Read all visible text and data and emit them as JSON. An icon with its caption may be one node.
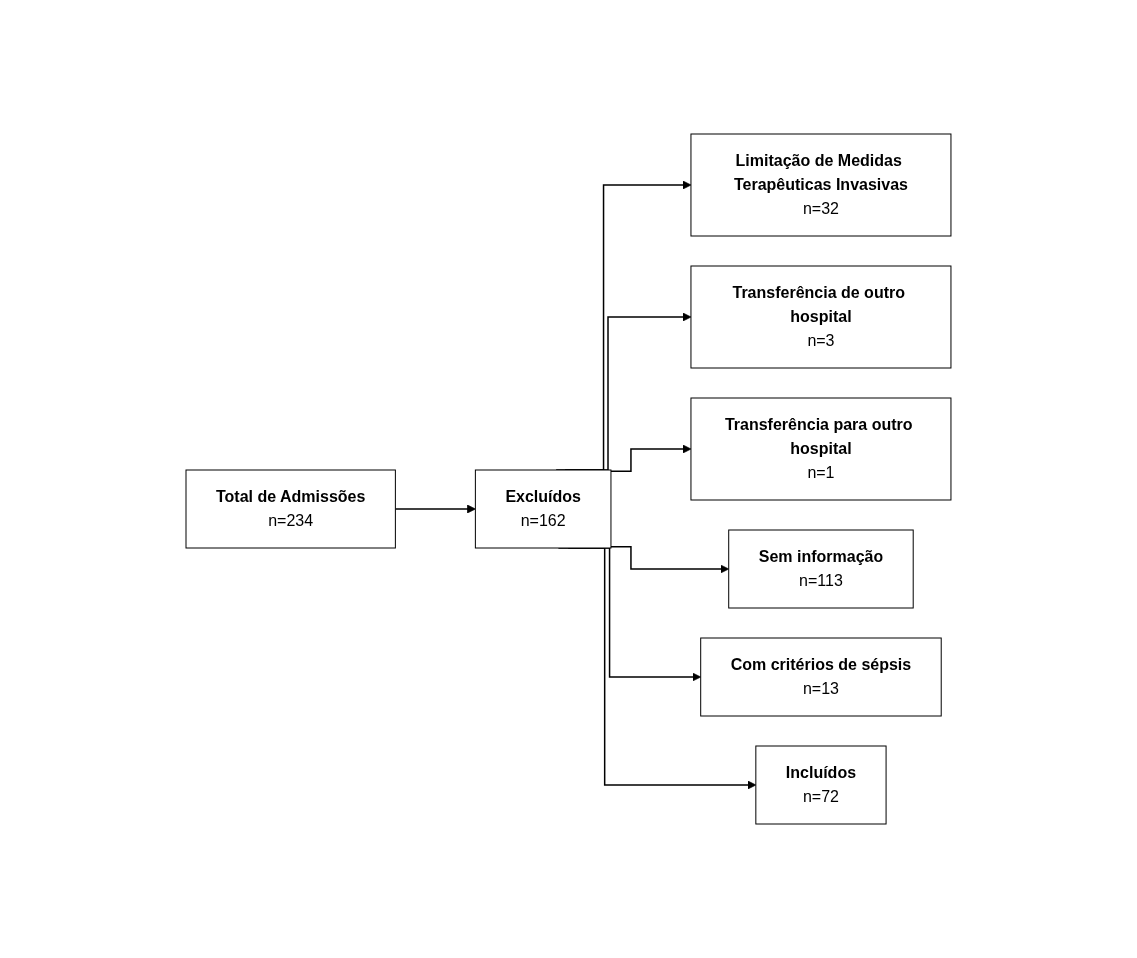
{
  "diagram": {
    "nodes": [
      {
        "text": [
          "Total de Admissões",
          "n=234"
        ]
      },
      {
        "text": [
          "Excluídos",
          "n=162"
        ]
      },
      {
        "text": [
          "Incluídos",
          "n=72"
        ]
      },
      {
        "text": [
          "Limitação de Medidas Terapêuticas Invasivas",
          "n=32"
        ]
      },
      {
        "text": [
          "Transferência de outro hospital",
          "n=3"
        ]
      },
      {
        "text": [
          "Transferência para outro hospital",
          "n=1"
        ]
      },
      {
        "text": [
          "Sem informação",
          "n=113"
        ]
      },
      {
        "text": [
          "Com critérios de sépsis",
          "n=13"
        ]
      }
    ],
    "edges": [
      {
        "from": 0,
        "to": 1,
        "arrow": "to"
      },
      {
        "from": 1,
        "to": 3,
        "arrow": "to"
      },
      {
        "from": 1,
        "to": 4,
        "arrow": "to"
      },
      {
        "from": 1,
        "to": 5,
        "arrow": "to"
      },
      {
        "from": 1,
        "to": 6,
        "arrow": "to"
      },
      {
        "from": 1,
        "to": 7,
        "arrow": "to"
      },
      {
        "from": 1,
        "to": 2,
        "arrow": "to"
      }
    ]
  }
}
